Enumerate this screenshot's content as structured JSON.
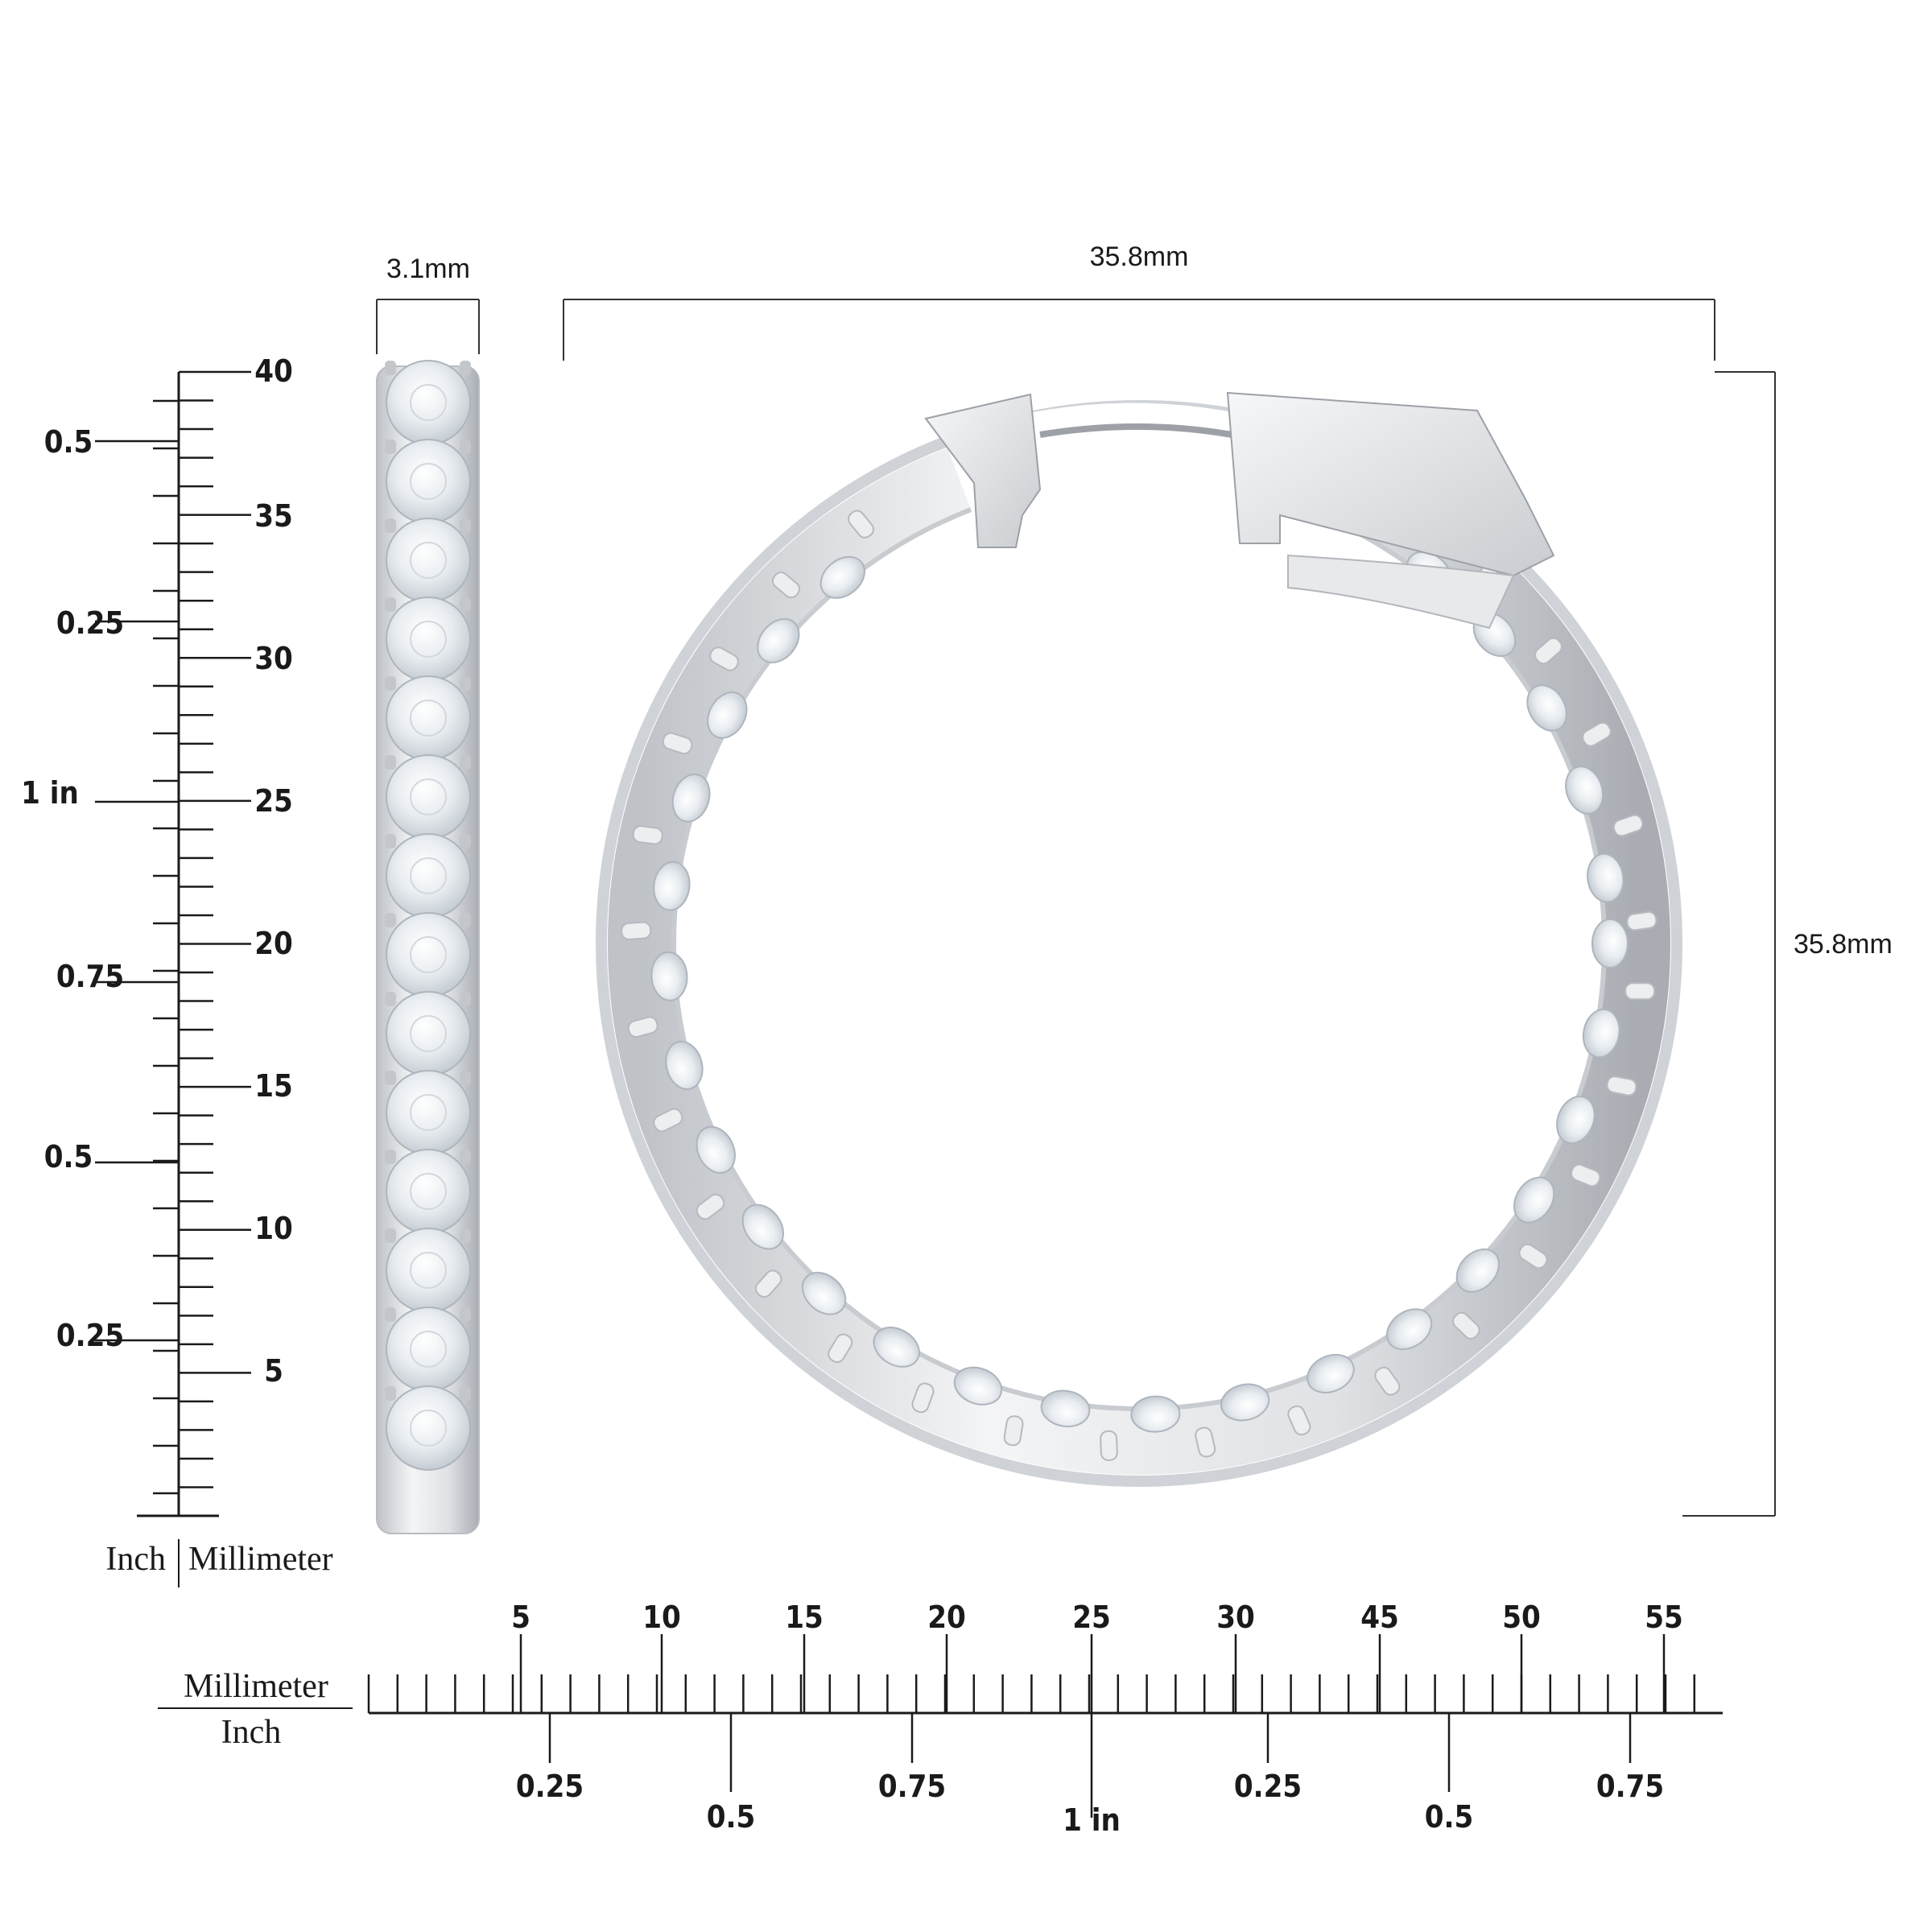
{
  "dimensions": {
    "band_width": "3.1mm",
    "hoop_width": "35.8mm",
    "hoop_height": "35.8mm"
  },
  "vertical_ruler": {
    "mm_labels": [
      "40",
      "35",
      "30",
      "25",
      "20",
      "15",
      "10",
      "5"
    ],
    "inch_labels": [
      "0.5",
      "0.25",
      "1 in",
      "0.75",
      "0.5",
      "0.25"
    ],
    "unit_inch": "Inch",
    "unit_mm": "Millimeter"
  },
  "horizontal_ruler": {
    "mm_labels": [
      "5",
      "10",
      "15",
      "20",
      "25",
      "30",
      "45",
      "50",
      "55"
    ],
    "inch_labels": [
      "0.25",
      "0.5",
      "0.75",
      "1 in",
      "0.25",
      "0.5",
      "0.75"
    ],
    "unit_mm": "Millimeter",
    "unit_inch": "Inch"
  },
  "colors": {
    "ink": "#1a1a1a",
    "metal": "#d9dadd",
    "diamond": "#eef1f4"
  }
}
